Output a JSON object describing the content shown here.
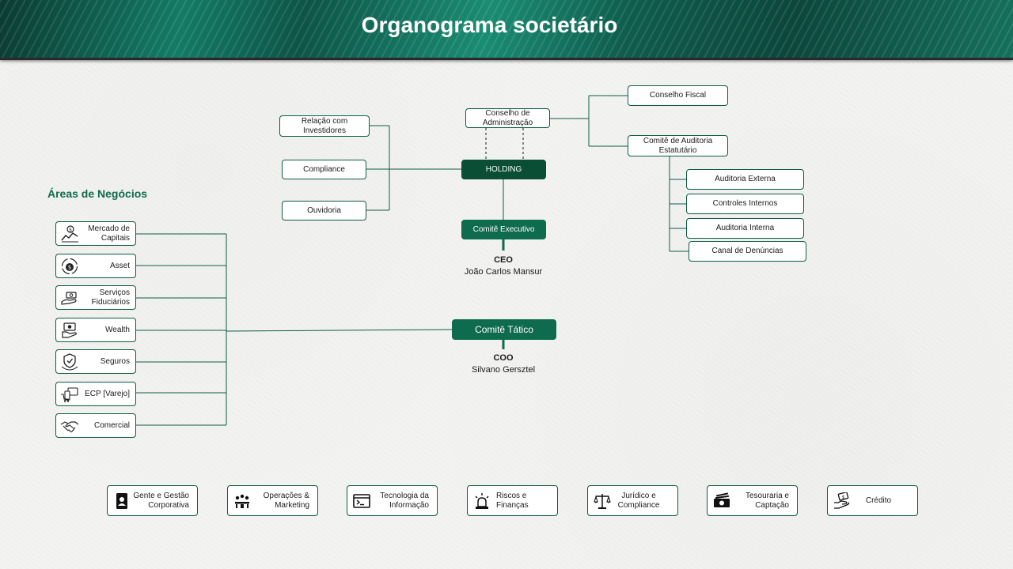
{
  "title": "Organograma societário",
  "governance": {
    "conselho_administracao": "Conselho de Administração",
    "conselho_fiscal": "Conselho Fiscal",
    "comite_auditoria": "Comitê de Auditoria Estatutário",
    "auditoria_externa": "Auditoria Externa",
    "controles_internos": "Controles Internos",
    "auditoria_interna": "Auditoria Interna",
    "canal_denuncias": "Canal de Denúncias",
    "relacao_investidores": "Relação com Investidores",
    "compliance": "Compliance",
    "ouvidoria": "Ouvidoria",
    "holding": "HOLDING",
    "comite_executivo": "Comitê Executivo",
    "comite_tatico": "Comitê Tático"
  },
  "ceo": {
    "role": "CEO",
    "name": "João Carlos Mansur"
  },
  "coo": {
    "role": "COO",
    "name": "Silvano Gersztel"
  },
  "business_areas": {
    "title": "Áreas de Negócios",
    "items": [
      {
        "label": "Mercado de Capitais",
        "icon": "market-chart-icon"
      },
      {
        "label": "Asset",
        "icon": "money-cycle-icon"
      },
      {
        "label": "Serviços Fiduciários",
        "icon": "hand-money-icon"
      },
      {
        "label": "Wealth",
        "icon": "wealth-hand-icon"
      },
      {
        "label": "Seguros",
        "icon": "shield-hand-icon"
      },
      {
        "label": "ECP [Varejo]",
        "icon": "retail-devices-icon"
      },
      {
        "label": "Comercial",
        "icon": "handshake-icon"
      }
    ]
  },
  "support_areas": [
    {
      "label": "Gente e Gestão Corporativa",
      "icon": "id-badge-icon"
    },
    {
      "label": "Operações & Marketing",
      "icon": "team-meeting-icon"
    },
    {
      "label": "Tecnologia da Informação",
      "icon": "terminal-icon"
    },
    {
      "label": "Riscos e Finanças",
      "icon": "alarm-light-icon"
    },
    {
      "label": "Jurídico e Compliance",
      "icon": "scales-icon"
    },
    {
      "label": "Tesouraria e Captação",
      "icon": "cash-icon"
    },
    {
      "label": "Crédito",
      "icon": "credit-hand-icon"
    }
  ],
  "colors": {
    "primary_green": "#0e6b4d",
    "dark_green": "#0a4f35",
    "line_green": "#0d5c46"
  }
}
